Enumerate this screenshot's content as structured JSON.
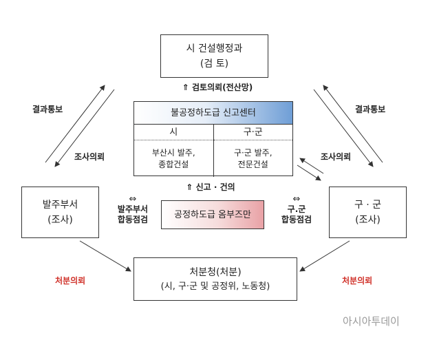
{
  "top_box": {
    "line1": "시 건설행정과",
    "line2": "(검 토)"
  },
  "arrow_review_request": "⇑ 검토의뢰(전산망)",
  "center": {
    "header": "불공정하도급 신고센터",
    "col_city": "시",
    "col_district": "구·군",
    "city_detail_1": "부산시 발주,",
    "city_detail_2": "종합건설",
    "district_detail_1": "구·군 발주,",
    "district_detail_2": "전문건설"
  },
  "arrow_report": "⇑ 신고 · 건의",
  "ombudsman": "공정하도급 옴부즈만",
  "left_box": {
    "line1": "발주부서",
    "line2": "(조사)"
  },
  "right_box": {
    "line1": "구 · 군",
    "line2": "(조사)"
  },
  "left_joint": {
    "arrow": "⇔",
    "line1": "발주부서",
    "line2": "합동점검"
  },
  "right_joint": {
    "arrow": "⇔",
    "line1": "구.군",
    "line2": "합동점검"
  },
  "bottom_box": {
    "line1": "처분청(처분)",
    "line2": "(시, 구·군 및 공정위, 노동청)"
  },
  "labels": {
    "result_notice_left": "결과통보",
    "investigation_left": "조사의뢰",
    "result_notice_right": "결과통보",
    "investigation_right": "조사의뢰",
    "disposition_left": "처분의뢰",
    "disposition_right": "처분의뢰"
  },
  "logo": "아시아투데이",
  "colors": {
    "accent_blue": "#6f9ed6",
    "accent_pink": "#e9a2a6",
    "red_label": "#d0322a"
  }
}
